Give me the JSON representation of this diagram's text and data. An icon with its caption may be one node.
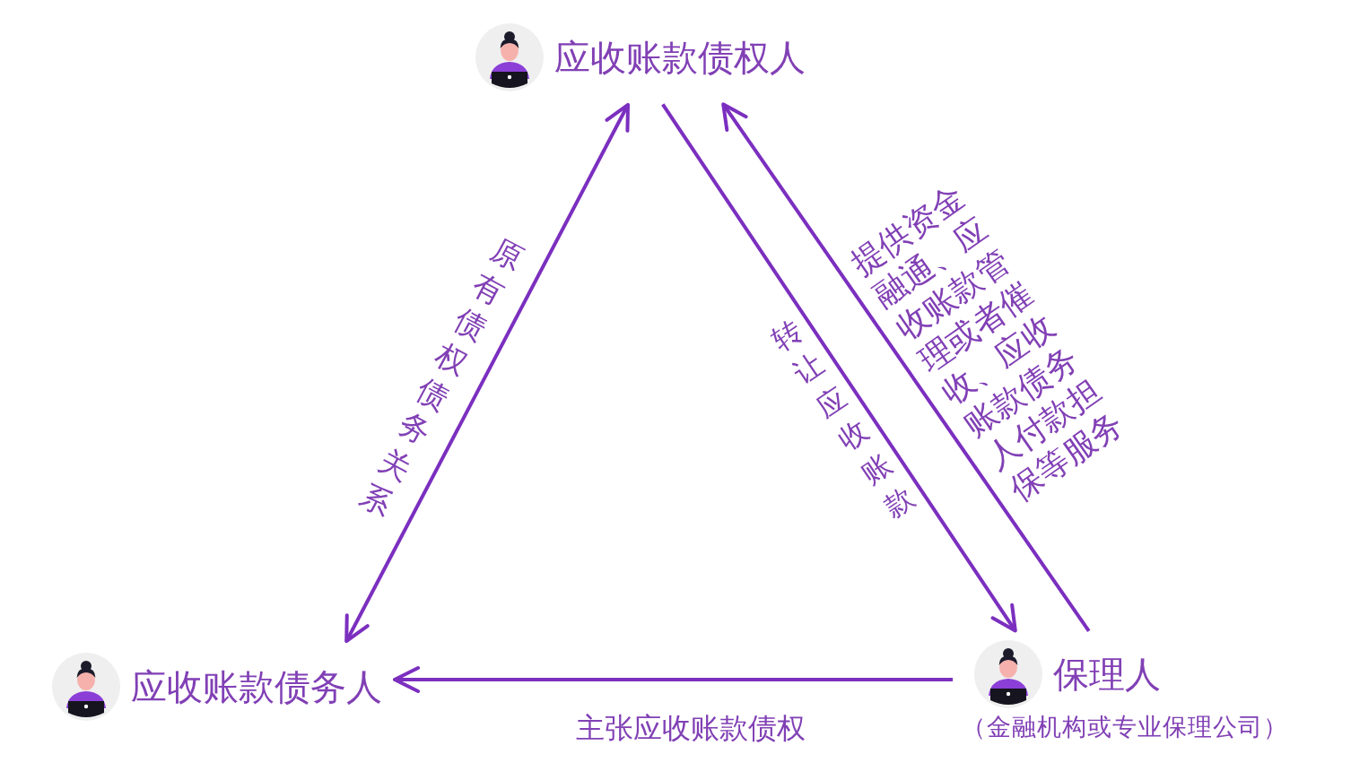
{
  "diagram": {
    "nodes": [
      {
        "text": [
          "应收账款债权人"
        ]
      },
      {
        "text": [
          "应收账款债务人"
        ]
      },
      {
        "text": [
          "保理人"
        ],
        "beside": [
          "（金融机构或专业保理公司）"
        ]
      }
    ],
    "edges": [
      {
        "from": 0,
        "to": 1,
        "arrow": "both",
        "label": "原有债权债务关系"
      },
      {
        "from": 0,
        "to": 2,
        "arrow": "to",
        "label": "转让应收账款"
      },
      {
        "from": 2,
        "to": 0,
        "arrow": "to",
        "label": "提供资金融通、应收账款管理或者催收、应收账款债务人付款担保等服务"
      },
      {
        "from": 2,
        "to": 1,
        "arrow": "to",
        "label": "主张应收账款债权"
      }
    ]
  }
}
